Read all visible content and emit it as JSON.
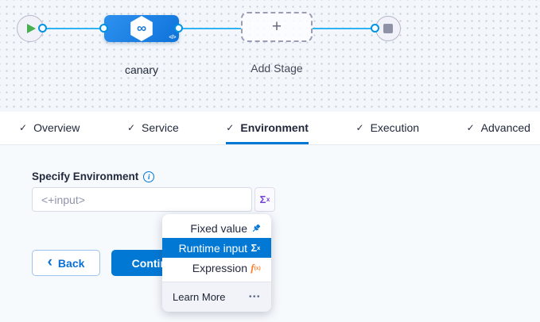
{
  "icons": {
    "check": "✓",
    "plus": "+",
    "infinity": "∞",
    "code": "</>",
    "chevron_left": "‹",
    "info": "i",
    "sigma": "Σ",
    "sup_x": "x",
    "fx_f": "f",
    "fx_sub": "(x)",
    "dots": "•••"
  },
  "canvas": {
    "stage_name": "canary",
    "add_stage_label": "Add Stage"
  },
  "tabs": [
    {
      "label": "Overview"
    },
    {
      "label": "Service"
    },
    {
      "label": "Environment"
    },
    {
      "label": "Execution"
    },
    {
      "label": "Advanced"
    }
  ],
  "form": {
    "label": "Specify Environment",
    "input_value": "<+input>"
  },
  "actions": {
    "back": "Back",
    "continue": "Continue"
  },
  "dropdown": {
    "items": [
      {
        "label": "Fixed value"
      },
      {
        "label": "Runtime input"
      },
      {
        "label": "Expression"
      }
    ],
    "footer_label": "Learn More"
  },
  "colors": {
    "accent": "#0278d5",
    "wire": "#2fb3f2",
    "node_blue": "#1f81e4",
    "play_green": "#47b04e",
    "sigma_purple": "#7340d8",
    "expression_orange": "#ff7b24"
  }
}
